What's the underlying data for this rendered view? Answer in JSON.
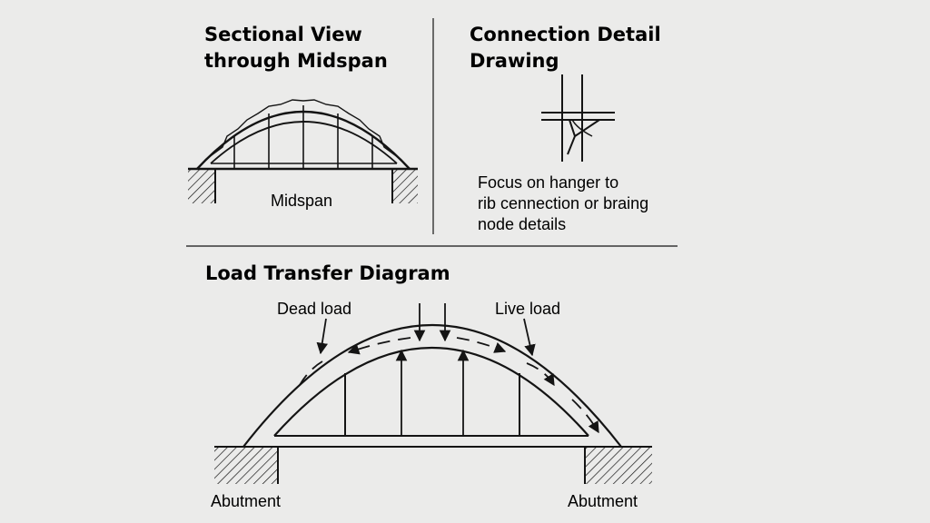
{
  "sectional_view": {
    "title_line1": "Sectional View",
    "title_line2": "through Midspan",
    "label": "Midspan"
  },
  "connection_detail": {
    "title_line1": "Connection Detail",
    "title_line2": "Drawing",
    "note_line1": "Focus on hanger to",
    "note_line2": "rib cennection or braing",
    "note_line3": "node details"
  },
  "load_transfer": {
    "title": "Load Transfer Diagram",
    "dead_load": "Dead load",
    "live_load": "Live load",
    "abutment_left": "Abutment",
    "abutment_right": "Abutment"
  },
  "colors": {
    "ink": "#141414",
    "background": "#ebebea"
  }
}
